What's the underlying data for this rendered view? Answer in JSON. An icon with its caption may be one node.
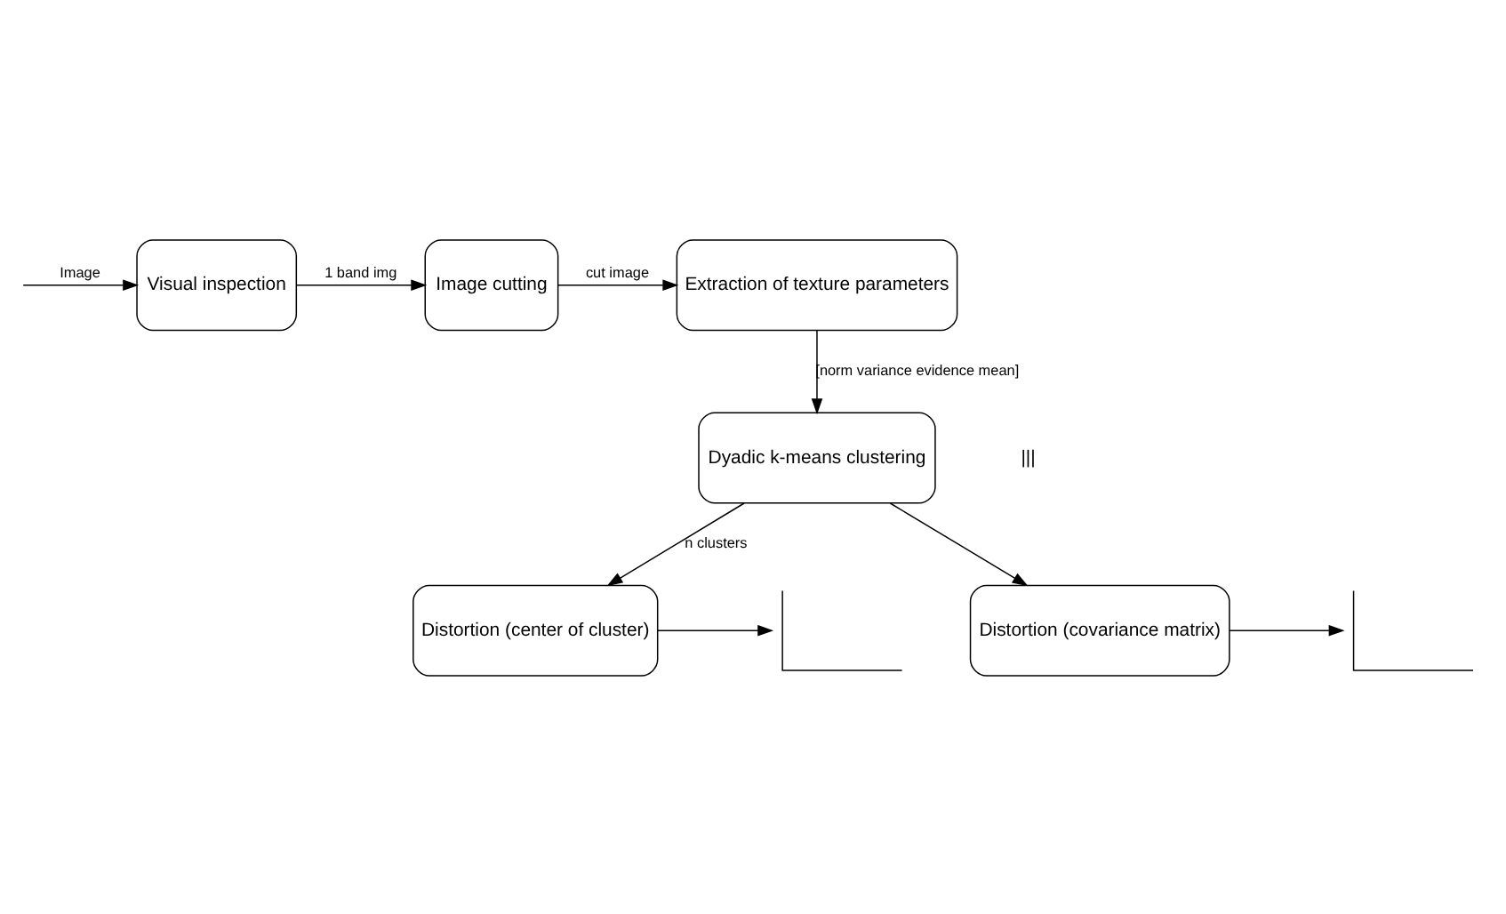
{
  "diagram": {
    "nodes": [
      {
        "text": [
          "Visual inspection"
        ]
      },
      {
        "text": [
          "Image cutting"
        ]
      },
      {
        "text": [
          "Extraction of texture parameters"
        ]
      },
      {
        "text": [
          "Dyadic k-means clustering"
        ]
      },
      {
        "text": [
          "Distortion (center of cluster)"
        ]
      },
      {
        "text": [
          "Distortion (covariance matrix)"
        ]
      },
      {
        "text": [],
        "shape": "picture"
      },
      {
        "text": [],
        "shape": "picture"
      }
    ],
    "edges": [
      {
        "from": null,
        "to": 0,
        "arrow": "to",
        "label": "Image"
      },
      {
        "from": 0,
        "to": 1,
        "arrow": "to",
        "label": "1 band img"
      },
      {
        "from": 1,
        "to": 2,
        "arrow": "to",
        "label": "cut image"
      },
      {
        "from": 2,
        "to": 3,
        "arrow": "to",
        "label": "[norm variance evidence mean]"
      },
      {
        "from": 3,
        "to": 4,
        "arrow": "to",
        "label": "n clusters"
      },
      {
        "from": 3,
        "to": 5,
        "arrow": "to"
      },
      {
        "from": 4,
        "to": 6,
        "arrow": "to"
      },
      {
        "from": 5,
        "to": 7,
        "arrow": "to"
      }
    ],
    "labels": [
      "|||"
    ]
  }
}
